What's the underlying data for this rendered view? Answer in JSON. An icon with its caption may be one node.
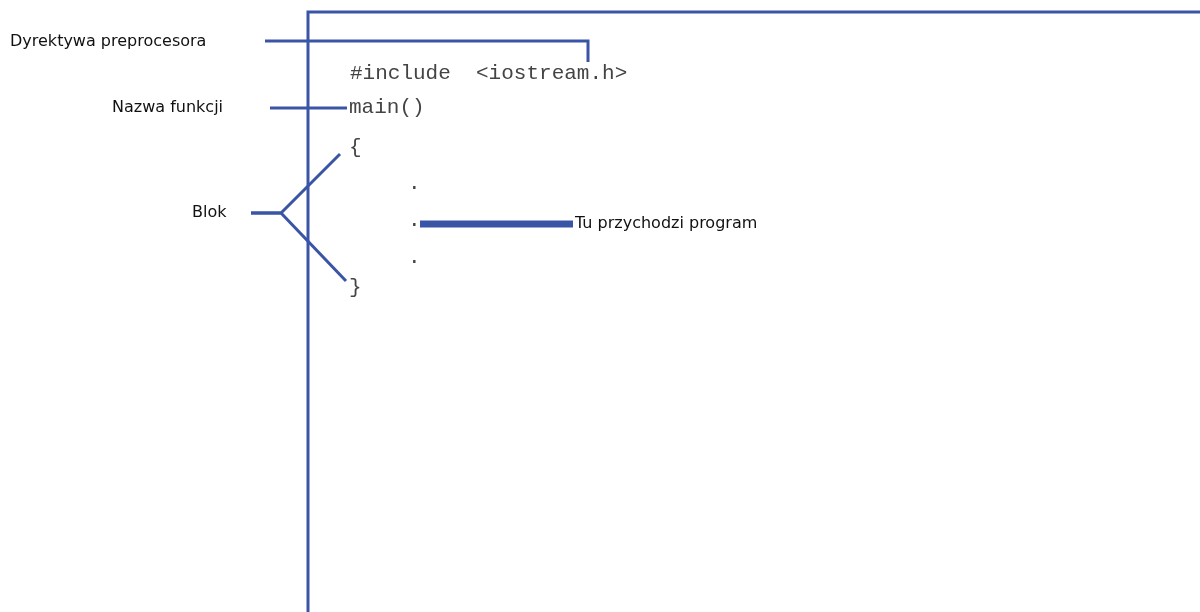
{
  "diagram": {
    "nodes": [
      {
        "text": [
          "Dyrektywa preprocesora"
        ]
      },
      {
        "text": [
          "#include  <iostream.h>"
        ]
      },
      {
        "text": [
          "Nazwa funkcji"
        ]
      },
      {
        "text": [
          "main()"
        ]
      },
      {
        "text": [
          "Blok"
        ]
      },
      {
        "text": [
          "{"
        ]
      },
      {
        "text": [
          "."
        ]
      },
      {
        "text": [
          "."
        ]
      },
      {
        "text": [
          "."
        ]
      },
      {
        "text": [
          "}"
        ]
      },
      {
        "text": [
          "Tu przychodzi program"
        ]
      }
    ],
    "edges": [
      {
        "from": 0,
        "to": 1,
        "arrow": "none"
      },
      {
        "from": 2,
        "to": 3,
        "arrow": "none"
      },
      {
        "from": 4,
        "to": 5,
        "arrow": "none"
      },
      {
        "from": 4,
        "to": 9,
        "arrow": "none"
      },
      {
        "from": 10,
        "to": 7,
        "arrow": "none",
        "style": "thick"
      }
    ]
  }
}
